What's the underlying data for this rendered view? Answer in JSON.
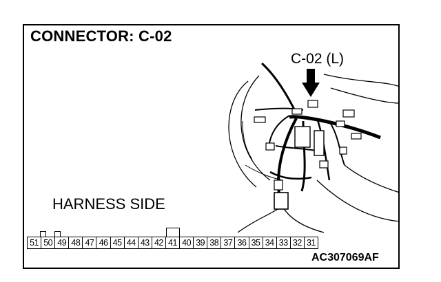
{
  "title": "CONNECTOR: C-02",
  "callout_label": "C-02 (L)",
  "side_label": "HARNESS SIDE",
  "figure_id": "AC307069AF",
  "connector": {
    "pins": [
      "51",
      "50",
      "49",
      "48",
      "47",
      "46",
      "45",
      "44",
      "43",
      "42",
      "41",
      "40",
      "39",
      "38",
      "37",
      "36",
      "35",
      "34",
      "33",
      "32",
      "31"
    ]
  }
}
